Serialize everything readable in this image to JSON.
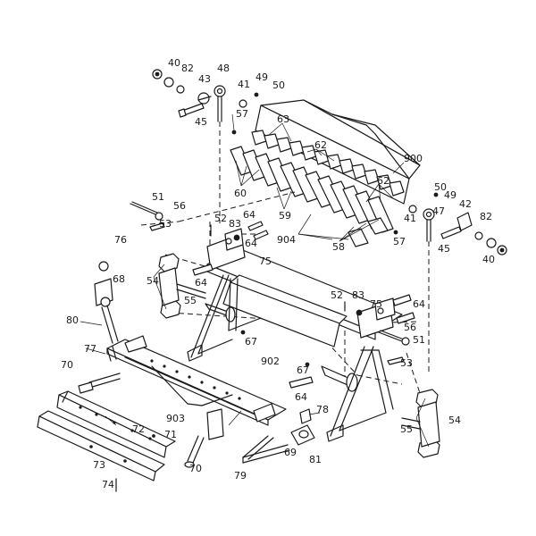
{
  "diagram": {
    "labels": [
      {
        "id": "l40a",
        "text": "40"
      },
      {
        "id": "l82a",
        "text": "82"
      },
      {
        "id": "l48",
        "text": "48"
      },
      {
        "id": "l43",
        "text": "43"
      },
      {
        "id": "l41a",
        "text": "41"
      },
      {
        "id": "l49a",
        "text": "49"
      },
      {
        "id": "l50a",
        "text": "50"
      },
      {
        "id": "l45a",
        "text": "45"
      },
      {
        "id": "l57a",
        "text": "57"
      },
      {
        "id": "l63",
        "text": "63"
      },
      {
        "id": "l62a",
        "text": "62"
      },
      {
        "id": "l900",
        "text": "900"
      },
      {
        "id": "l60",
        "text": "60"
      },
      {
        "id": "l62b",
        "text": "62"
      },
      {
        "id": "l50b",
        "text": "50"
      },
      {
        "id": "l49b",
        "text": "49"
      },
      {
        "id": "l51a",
        "text": "51"
      },
      {
        "id": "l56a",
        "text": "56"
      },
      {
        "id": "l59",
        "text": "59"
      },
      {
        "id": "l52a",
        "text": "52"
      },
      {
        "id": "l83a",
        "text": "83"
      },
      {
        "id": "l64a",
        "text": "64"
      },
      {
        "id": "l42",
        "text": "42"
      },
      {
        "id": "l82b",
        "text": "82"
      },
      {
        "id": "l41b",
        "text": "41"
      },
      {
        "id": "l47",
        "text": "47"
      },
      {
        "id": "l53a",
        "text": "53"
      },
      {
        "id": "l904",
        "text": "904"
      },
      {
        "id": "l58",
        "text": "58"
      },
      {
        "id": "l57b",
        "text": "57"
      },
      {
        "id": "l45b",
        "text": "45"
      },
      {
        "id": "l40b",
        "text": "40"
      },
      {
        "id": "l76",
        "text": "76"
      },
      {
        "id": "l64b",
        "text": "64"
      },
      {
        "id": "l75a",
        "text": "75"
      },
      {
        "id": "l68",
        "text": "68"
      },
      {
        "id": "l54a",
        "text": "54"
      },
      {
        "id": "l64c",
        "text": "64"
      },
      {
        "id": "l55a",
        "text": "55"
      },
      {
        "id": "l52b",
        "text": "52"
      },
      {
        "id": "l83b",
        "text": "83"
      },
      {
        "id": "l75b",
        "text": "75"
      },
      {
        "id": "l64d",
        "text": "64"
      },
      {
        "id": "l80",
        "text": "80"
      },
      {
        "id": "l56b",
        "text": "56"
      },
      {
        "id": "l51b",
        "text": "51"
      },
      {
        "id": "l77",
        "text": "77"
      },
      {
        "id": "l67a",
        "text": "67"
      },
      {
        "id": "l902",
        "text": "902"
      },
      {
        "id": "l67b",
        "text": "67"
      },
      {
        "id": "l53b",
        "text": "53"
      },
      {
        "id": "l70a",
        "text": "70"
      },
      {
        "id": "l64e",
        "text": "64"
      },
      {
        "id": "l903",
        "text": "903"
      },
      {
        "id": "l78",
        "text": "78"
      },
      {
        "id": "l54b",
        "text": "54"
      },
      {
        "id": "l72",
        "text": "72"
      },
      {
        "id": "l71",
        "text": "71"
      },
      {
        "id": "l55b",
        "text": "55"
      },
      {
        "id": "l69",
        "text": "69"
      },
      {
        "id": "l81",
        "text": "81"
      },
      {
        "id": "l70b",
        "text": "70"
      },
      {
        "id": "l73",
        "text": "73"
      },
      {
        "id": "l79",
        "text": "79"
      },
      {
        "id": "l74",
        "text": "74"
      }
    ]
  }
}
